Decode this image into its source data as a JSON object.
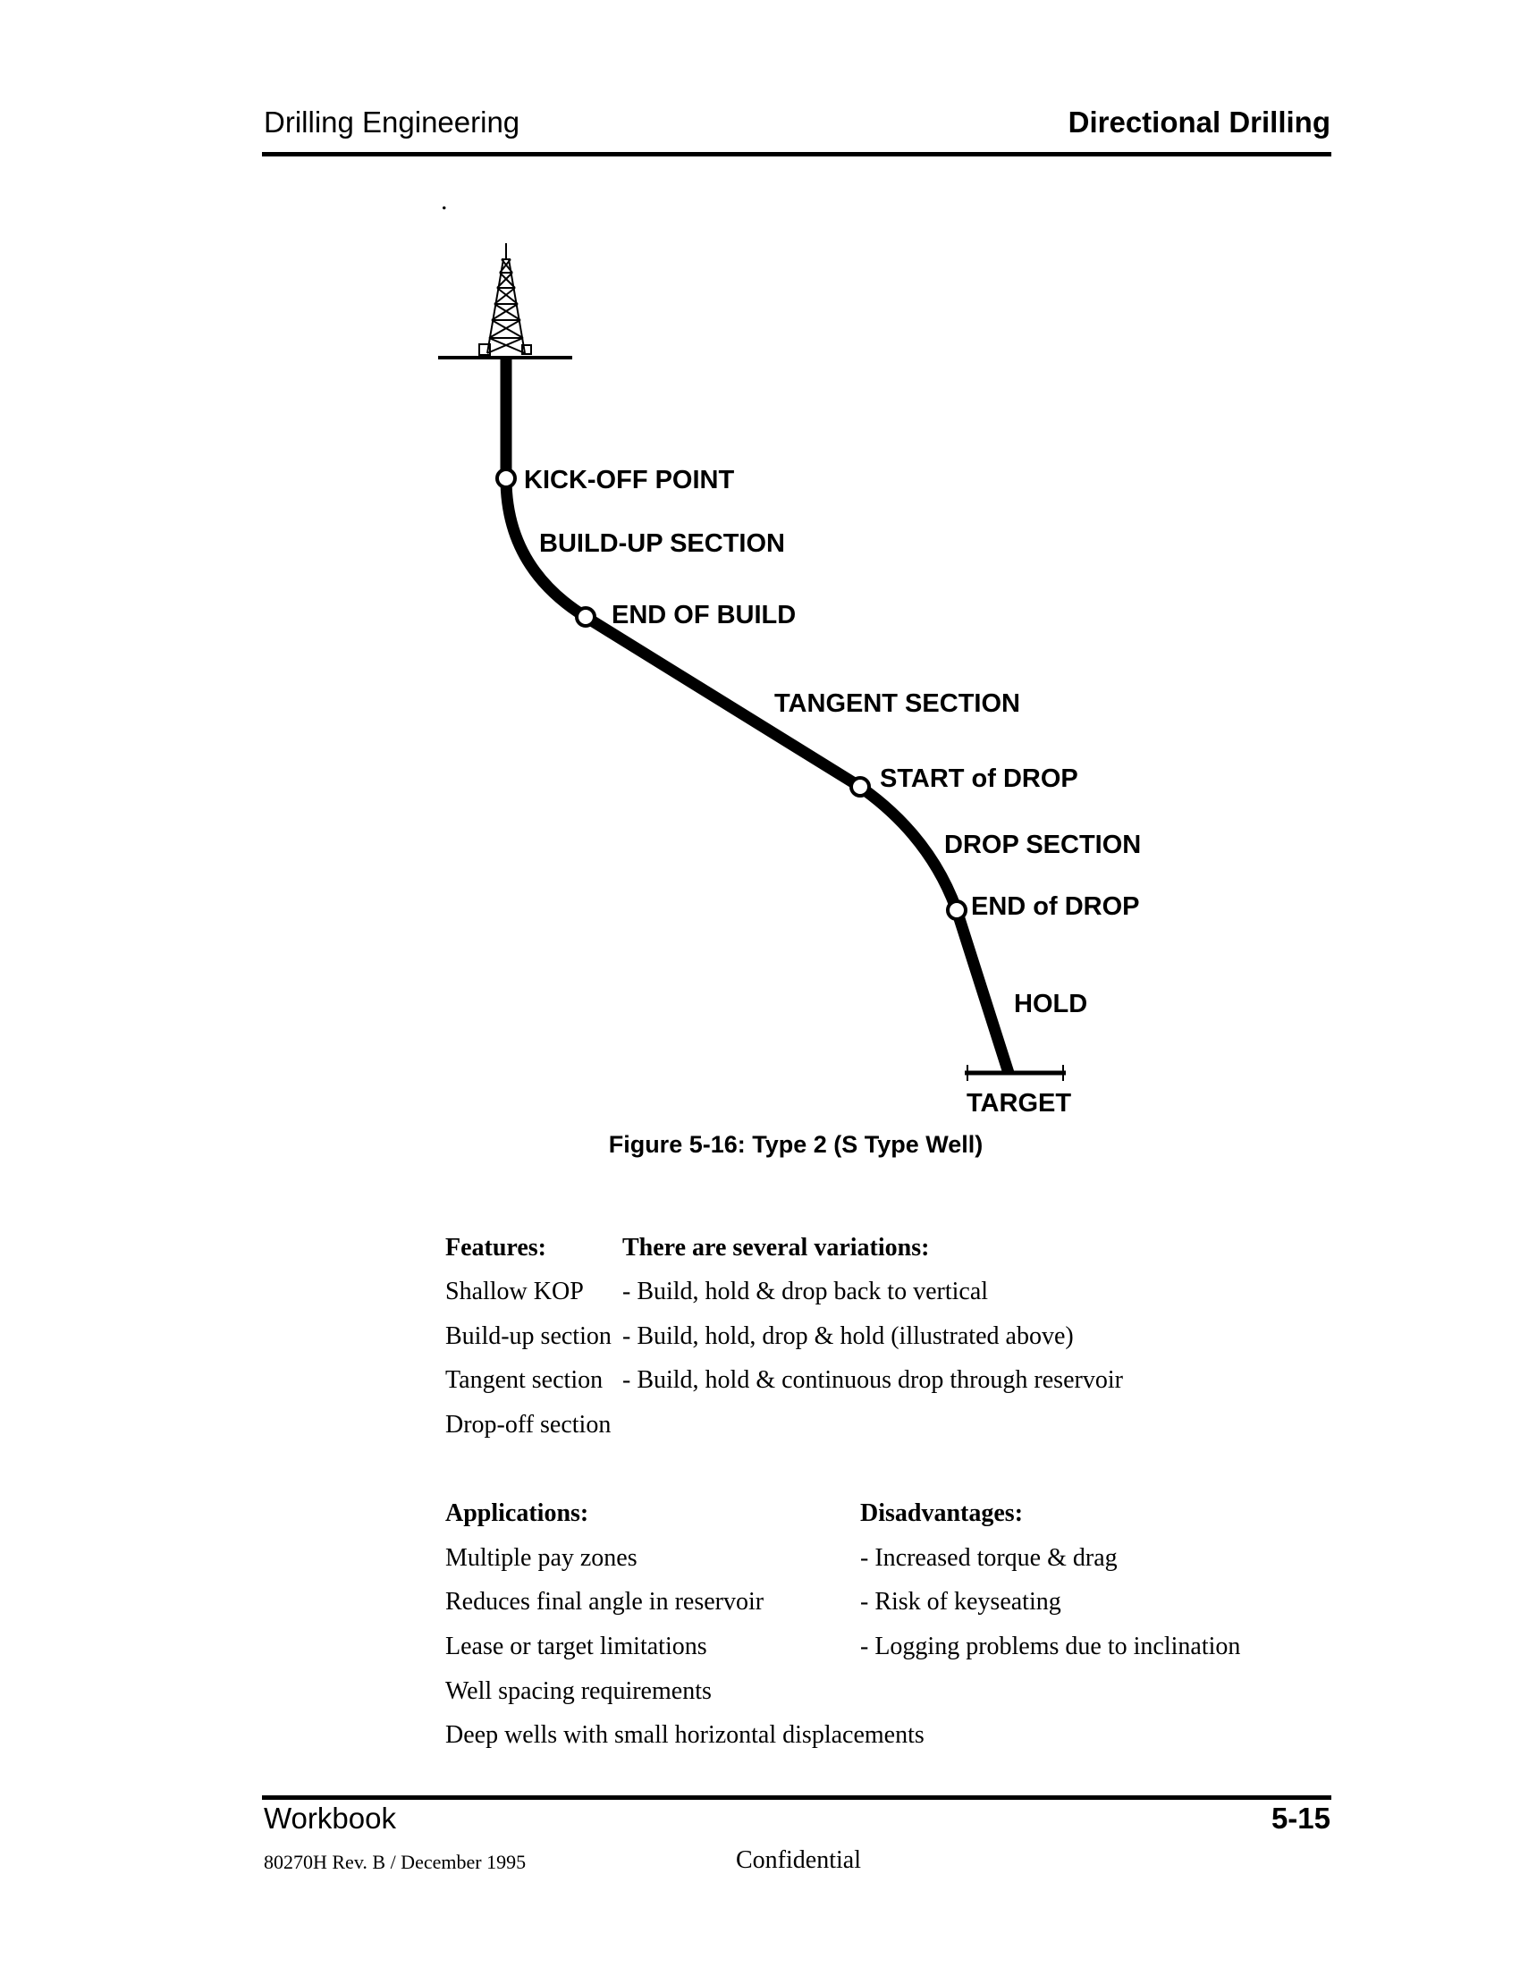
{
  "header": {
    "left": "Drilling Engineering",
    "right": "Directional Drilling"
  },
  "stray_mark": ".",
  "figure": {
    "labels": {
      "kick_off": "KICK-OFF POINT",
      "build_up": "BUILD-UP SECTION",
      "end_build": "END OF BUILD",
      "tangent": "TANGENT SECTION",
      "start_drop": "START of DROP",
      "drop_section": "DROP SECTION",
      "end_drop": "END of DROP",
      "hold": "HOLD",
      "target": "TARGET"
    },
    "caption": "Figure 5-16: Type 2 (S Type Well)"
  },
  "features": {
    "heading": "Features:",
    "intro": "There are several variations:",
    "items": [
      "Shallow KOP",
      "Build-up section",
      "Tangent section",
      "Drop-off section"
    ],
    "variations": [
      "- Build, hold & drop back to vertical",
      "- Build, hold, drop & hold (illustrated above)",
      "- Build, hold & continuous drop through reservoir"
    ]
  },
  "applications": {
    "heading": "Applications:",
    "items": [
      "Multiple pay zones",
      "Reduces final angle in reservoir",
      "Lease or target limitations",
      "Well spacing requirements",
      "Deep wells with small horizontal displacements"
    ]
  },
  "disadvantages": {
    "heading": "Disadvantages:",
    "items": [
      "- Increased torque & drag",
      "- Risk of keyseating",
      "- Logging problems due to inclination"
    ]
  },
  "footer": {
    "left": "Workbook",
    "page": "5-15",
    "revision": "80270H Rev. B / December 1995",
    "confidential": "Confidential"
  }
}
